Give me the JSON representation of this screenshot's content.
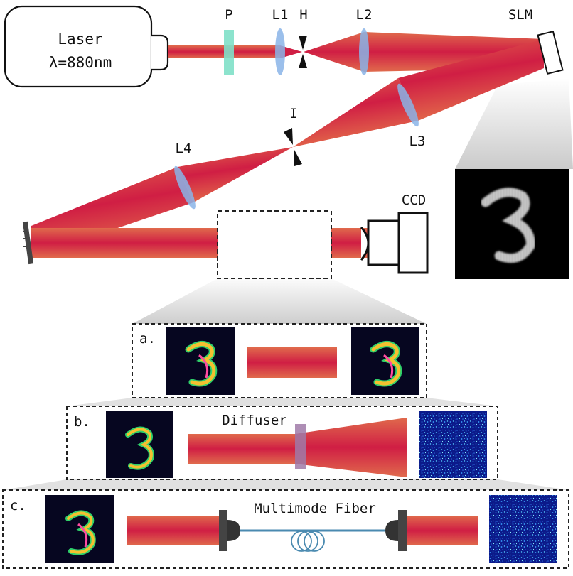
{
  "laser": {
    "name": "Laser",
    "wavelength": "λ=880nm"
  },
  "components": {
    "polarizer": "P",
    "lens1": "L1",
    "pinhole": "H",
    "lens2": "L2",
    "slm": "SLM",
    "lens3": "L3",
    "iris": "I",
    "lens4": "L4",
    "camera": "CCD"
  },
  "panels": {
    "a": {
      "tag": "a."
    },
    "b": {
      "tag": "b.",
      "element": "Diffuser"
    },
    "c": {
      "tag": "c.",
      "element": "Multimode Fiber"
    }
  },
  "colors": {
    "beam": "#d42a45",
    "beam_edge": "#e0604a",
    "polarizer": "#7fe0c8",
    "lens": "#8ab4e8",
    "fiber": "#4a8ab0",
    "diffuser": "#a07aa8",
    "panel_border": "#222222"
  }
}
